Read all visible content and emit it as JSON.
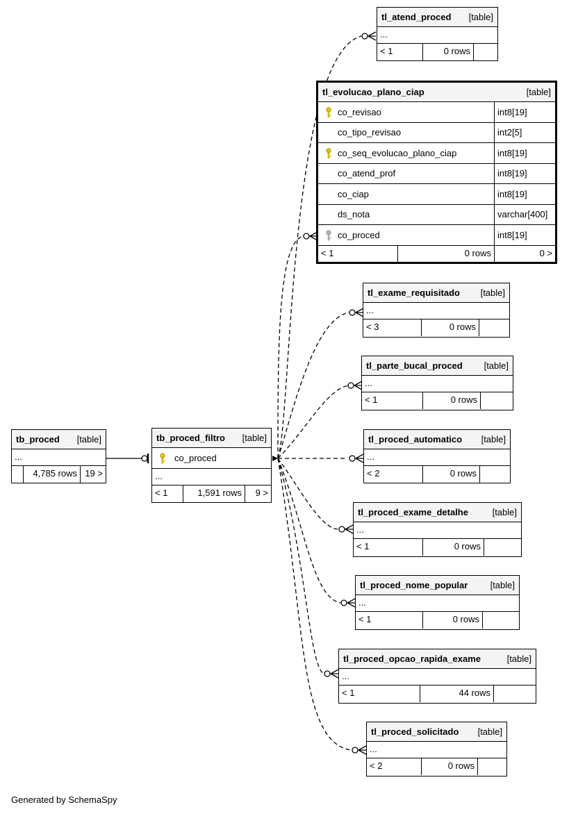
{
  "diagram": {
    "footer": "Generated by SchemaSpy",
    "tables": {
      "tb_proced": {
        "name": "tb_proced",
        "type": "[table]",
        "ellipsis": "...",
        "rows": "4,785 rows",
        "children": "19 >"
      },
      "tb_proced_filtro": {
        "name": "tb_proced_filtro",
        "type": "[table]",
        "column": "co_proced",
        "ellipsis": "...",
        "parents": "< 1",
        "rows": "1,591 rows",
        "children": "9 >"
      },
      "tl_atend_proced": {
        "name": "tl_atend_proced",
        "type": "[table]",
        "ellipsis": "...",
        "parents": "< 1",
        "rows": "0 rows"
      },
      "tl_evolucao_plano_ciap": {
        "name": "tl_evolucao_plano_ciap",
        "type": "[table]",
        "columns": [
          {
            "name": "co_revisao",
            "type": "int8[19]",
            "key": "primary"
          },
          {
            "name": "co_tipo_revisao",
            "type": "int2[5]",
            "key": "none"
          },
          {
            "name": "co_seq_evolucao_plano_ciap",
            "type": "int8[19]",
            "key": "primary"
          },
          {
            "name": "co_atend_prof",
            "type": "int8[19]",
            "key": "none"
          },
          {
            "name": "co_ciap",
            "type": "int8[19]",
            "key": "none"
          },
          {
            "name": "ds_nota",
            "type": "varchar[400]",
            "key": "none"
          },
          {
            "name": "co_proced",
            "type": "int8[19]",
            "key": "foreign"
          }
        ],
        "parents": "< 1",
        "rows": "0 rows",
        "children": "0 >"
      },
      "tl_exame_requisitado": {
        "name": "tl_exame_requisitado",
        "type": "[table]",
        "ellipsis": "...",
        "parents": "< 3",
        "rows": "0 rows"
      },
      "tl_parte_bucal_proced": {
        "name": "tl_parte_bucal_proced",
        "type": "[table]",
        "ellipsis": "...",
        "parents": "< 1",
        "rows": "0 rows"
      },
      "tl_proced_automatico": {
        "name": "tl_proced_automatico",
        "type": "[table]",
        "ellipsis": "...",
        "parents": "< 2",
        "rows": "0 rows"
      },
      "tl_proced_exame_detalhe": {
        "name": "tl_proced_exame_detalhe",
        "type": "[table]",
        "ellipsis": "...",
        "parents": "< 1",
        "rows": "0 rows"
      },
      "tl_proced_nome_popular": {
        "name": "tl_proced_nome_popular",
        "type": "[table]",
        "ellipsis": "...",
        "parents": "< 1",
        "rows": "0 rows"
      },
      "tl_proced_opcao_rapida_exame": {
        "name": "tl_proced_opcao_rapida_exame",
        "type": "[table]",
        "ellipsis": "...",
        "parents": "< 1",
        "rows": "44 rows"
      },
      "tl_proced_solicitado": {
        "name": "tl_proced_solicitado",
        "type": "[table]",
        "ellipsis": "...",
        "parents": "< 2",
        "rows": "0 rows"
      }
    },
    "colors": {
      "line": "#000000",
      "header_bg": "#f4f4f4",
      "primary_key": "#e6c800",
      "foreign_key": "#b4b4b4"
    }
  }
}
